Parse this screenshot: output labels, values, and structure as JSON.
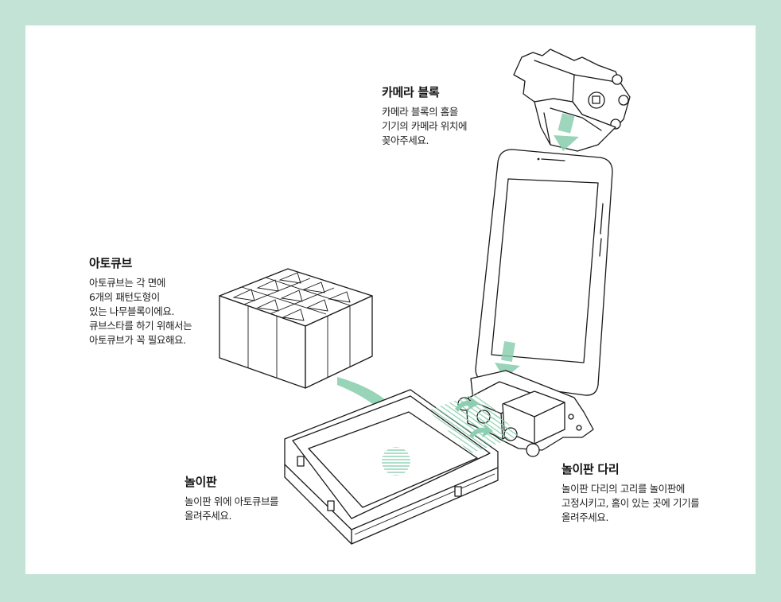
{
  "colors": {
    "background": "#c3e3d6",
    "card": "#ffffff",
    "accent": "#8ccfb0",
    "line": "#1a1a1a"
  },
  "labels": {
    "camera": {
      "title": "카메라 블록",
      "body": "카메라 블록의 홈을\n기기의 카메라 위치에\n꽂아주세요."
    },
    "cube": {
      "title": "아토큐브",
      "body": "아토큐브는 각 면에\n6개의 패턴도형이\n있는 나무블록이에요.\n큐브스타를 하기 위해서는\n아토큐브가 꼭 필요해요."
    },
    "board": {
      "title": "놀이판",
      "body": "놀이판 위에 아토큐브를\n올려주세요."
    },
    "legs": {
      "title": "놀이판 다리",
      "body": "놀이판 다리의 고리를 놀이판에\n고정시키고, 홈이 있는 곳에 기기를\n올려주세요."
    }
  },
  "icons": {
    "camera": "camera-block-illustration",
    "tablet": "tablet-illustration",
    "cube": "cube-grid-illustration",
    "board": "play-board-illustration",
    "legs": "board-legs-illustration"
  }
}
